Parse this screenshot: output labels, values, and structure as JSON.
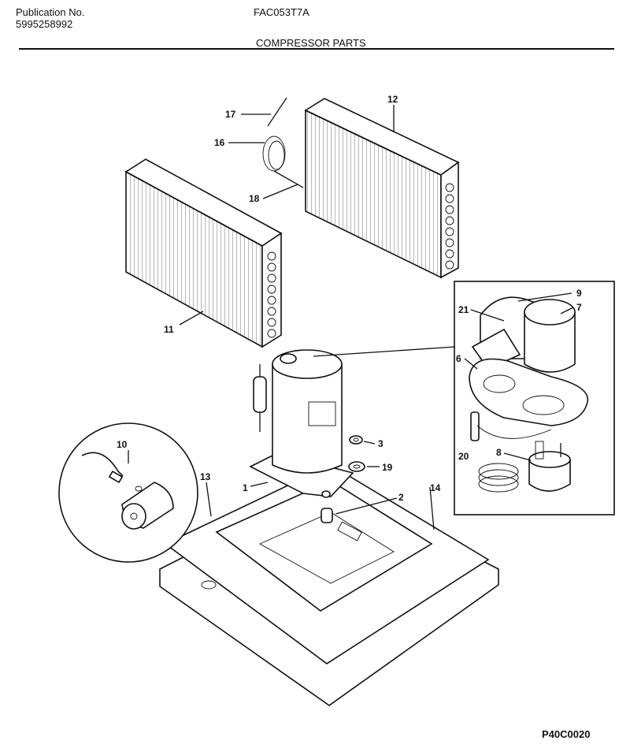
{
  "header": {
    "publication_label": "Publication No.",
    "publication_number": "5995258992",
    "model": "FAC053T7A",
    "section_title": "COMPRESSOR PARTS"
  },
  "figure_code": "P40C0020",
  "callouts": [
    {
      "id": "c1",
      "text": "1"
    },
    {
      "id": "c2",
      "text": "2"
    },
    {
      "id": "c3",
      "text": "3"
    },
    {
      "id": "c6",
      "text": "6"
    },
    {
      "id": "c7",
      "text": "7"
    },
    {
      "id": "c8",
      "text": "8"
    },
    {
      "id": "c9",
      "text": "9"
    },
    {
      "id": "c10",
      "text": "10"
    },
    {
      "id": "c11",
      "text": "11"
    },
    {
      "id": "c12",
      "text": "12"
    },
    {
      "id": "c13",
      "text": "13"
    },
    {
      "id": "c14",
      "text": "14"
    },
    {
      "id": "c16",
      "text": "16"
    },
    {
      "id": "c17",
      "text": "17"
    },
    {
      "id": "c18",
      "text": "18"
    },
    {
      "id": "c19",
      "text": "19"
    },
    {
      "id": "c20",
      "text": "20"
    },
    {
      "id": "c21",
      "text": "21"
    }
  ]
}
